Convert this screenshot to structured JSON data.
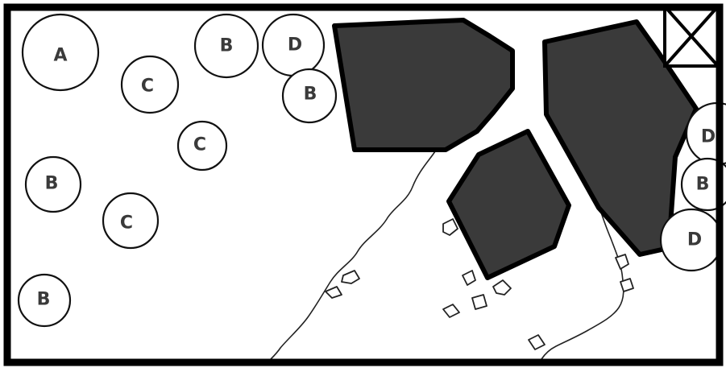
{
  "map": {
    "circles": [
      {
        "id": "a1",
        "label": "A"
      },
      {
        "id": "b1",
        "label": "B"
      },
      {
        "id": "d1",
        "label": "D"
      },
      {
        "id": "b2",
        "label": "B"
      },
      {
        "id": "c1",
        "label": "C"
      },
      {
        "id": "c2",
        "label": "C"
      },
      {
        "id": "b3",
        "label": "B"
      },
      {
        "id": "c3",
        "label": "C"
      },
      {
        "id": "b4",
        "label": "B"
      },
      {
        "id": "d2",
        "label": "D"
      },
      {
        "id": "b5",
        "label": "B"
      },
      {
        "id": "d3",
        "label": "D"
      }
    ],
    "colors": {
      "block_fill": "#3a3a3a",
      "outline": "#000000",
      "background": "#ffffff"
    },
    "icons": {
      "exit": "crossed-box-icon",
      "marker": "arrow-marker-icon"
    }
  }
}
